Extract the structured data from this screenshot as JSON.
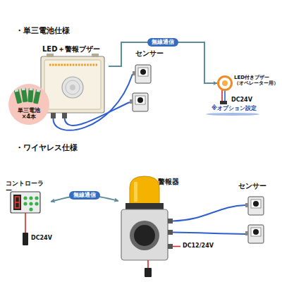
{
  "diagram": {
    "nodes": [
      {
        "text": [
          "LED＋警報ブザー"
        ]
      },
      {
        "text": [
          "単三電池 ×4本"
        ]
      },
      {
        "text": [
          "LED付きブザー （オペレーター用）"
        ]
      },
      {
        "text": [
          "コントローラー"
        ]
      },
      {
        "text": [
          "警報器"
        ]
      }
    ],
    "edges": [
      {
        "from": 0,
        "to": 2,
        "label": "無線通信",
        "arrow": "to"
      },
      {
        "from": 3,
        "to": 4,
        "label": "無線通信",
        "arrow": "both"
      }
    ],
    "labels": [
      "・単三電池仕様",
      "センサー",
      "DC24V",
      "※オプション設定",
      "・ワイヤレス仕様",
      "センサー",
      "DC24V",
      "DC12/24V"
    ]
  }
}
